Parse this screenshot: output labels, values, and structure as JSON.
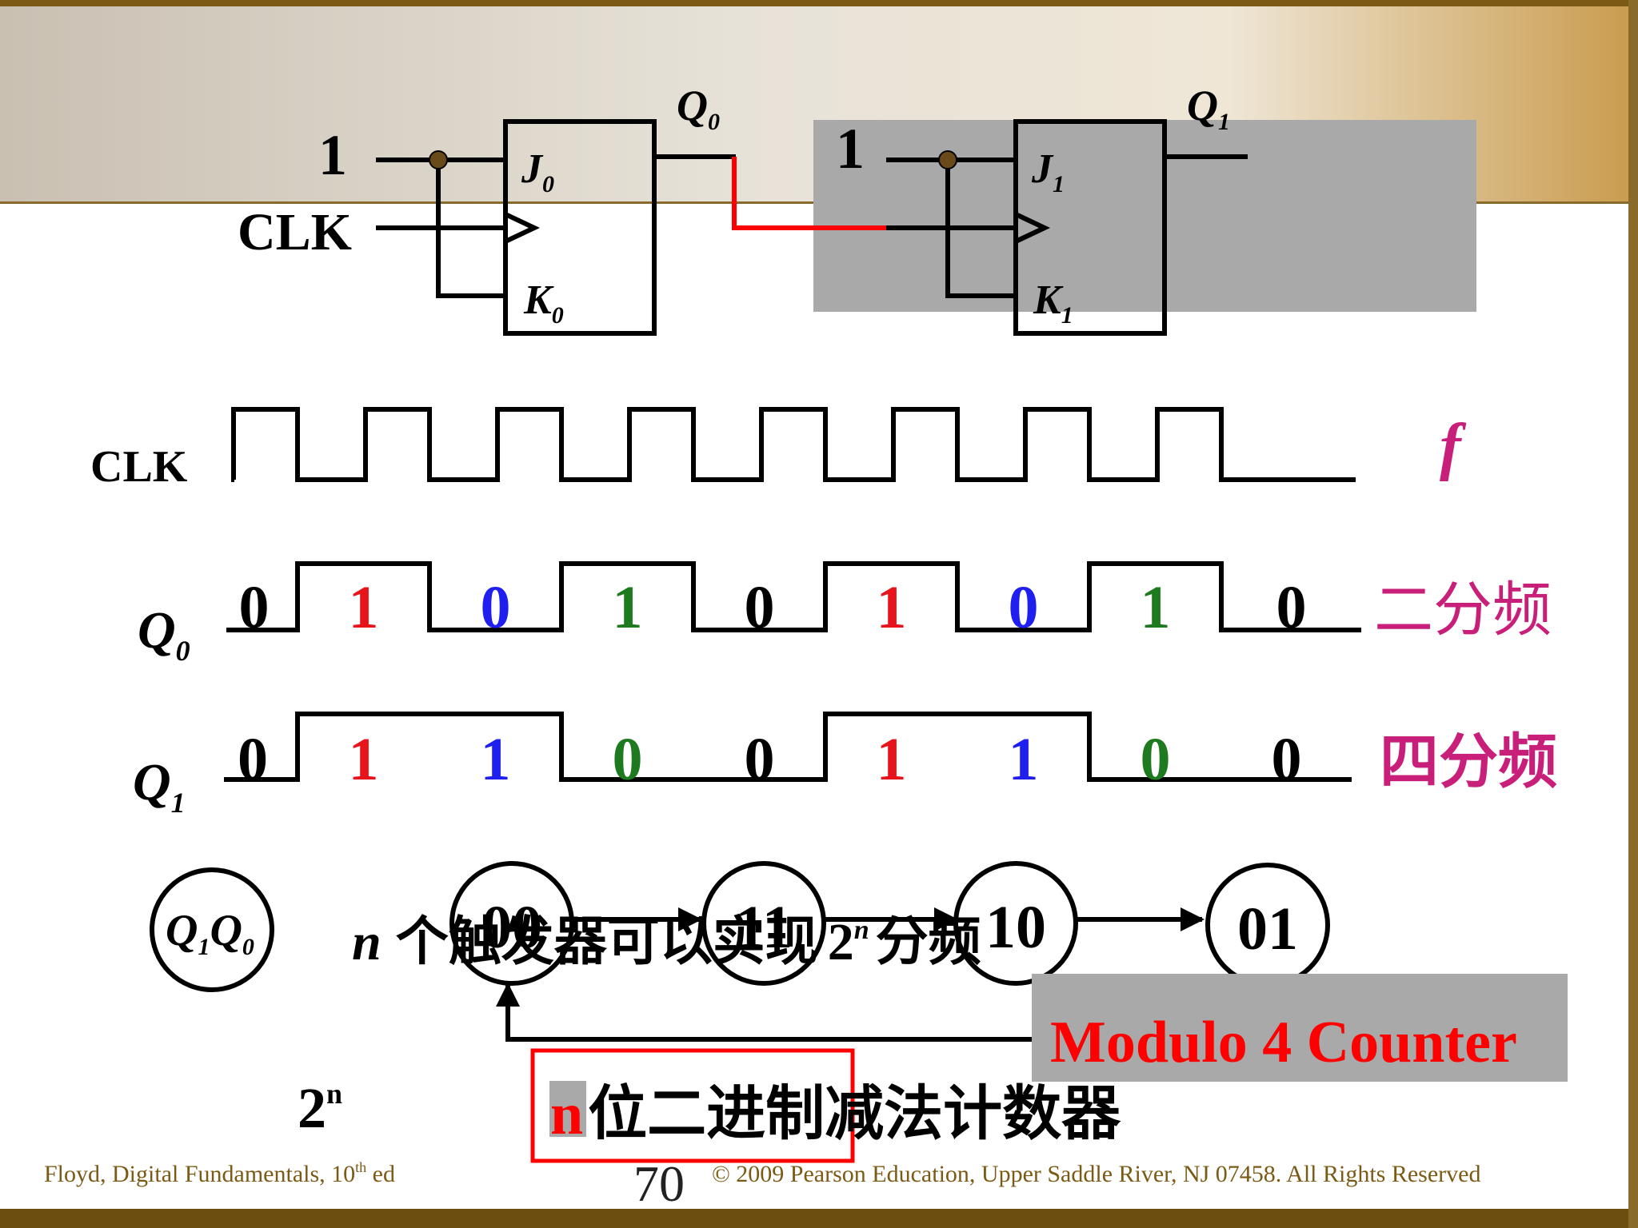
{
  "colors": {
    "accent_red": "#ff0000",
    "bit_red": "#e8141c",
    "bit_blue": "#1f1ff0",
    "bit_green": "#1e7a1e",
    "freq_magenta": "#c8207a",
    "highlight_grey": "#a9a9a9",
    "frame_brown": "#7a5a14"
  },
  "circuit": {
    "input_one_left": "1",
    "input_one_right": "1",
    "clk_label": "CLK",
    "ff0": {
      "j": "J",
      "j_sub": "0",
      "k": "K",
      "k_sub": "0",
      "q": "Q",
      "q_sub": "0"
    },
    "ff1": {
      "j": "J",
      "j_sub": "1",
      "k": "K",
      "k_sub": "1",
      "q": "Q",
      "q_sub": "1"
    }
  },
  "timing": {
    "clk": {
      "label": "CLK",
      "freq_label": "f",
      "pulses": 8
    },
    "q0": {
      "label": "Q",
      "sub": "0",
      "bits": [
        "0",
        "1",
        "0",
        "1",
        "0",
        "1",
        "0",
        "1",
        "0"
      ],
      "bit_colors": [
        "black",
        "red",
        "blue",
        "green",
        "black",
        "red",
        "blue",
        "green",
        "black"
      ],
      "annotation": "二分频"
    },
    "q1": {
      "label": "Q",
      "sub": "1",
      "bits": [
        "0",
        "1",
        "1",
        "0",
        "0",
        "1",
        "1",
        "0",
        "0"
      ],
      "bit_colors": [
        "black",
        "red",
        "blue",
        "green",
        "black",
        "red",
        "blue",
        "green",
        "black"
      ],
      "annotation": "四分频"
    }
  },
  "state_diagram": {
    "legend": {
      "q1": "Q",
      "q1_sub": "1",
      "q0": "Q",
      "q0_sub": "0"
    },
    "states": [
      "00",
      "11",
      "10",
      "01"
    ]
  },
  "overlay_note": {
    "n": "n",
    "text_a": "个触发器可以实现",
    "two": "2",
    "sup": "n",
    "text_b": "分频"
  },
  "modulo_label": "Modulo 4 Counter",
  "two_n": {
    "base": "2",
    "exp": "n"
  },
  "counter_title": {
    "n": "n",
    "text": "位二进制减法计数器"
  },
  "footer": {
    "left": "Floyd, Digital Fundamentals, 10",
    "left_sup": "th",
    "left_end": " ed",
    "page": "70",
    "right": "© 2009 Pearson Education, Upper Saddle River, NJ 07458. All Rights Reserved"
  }
}
